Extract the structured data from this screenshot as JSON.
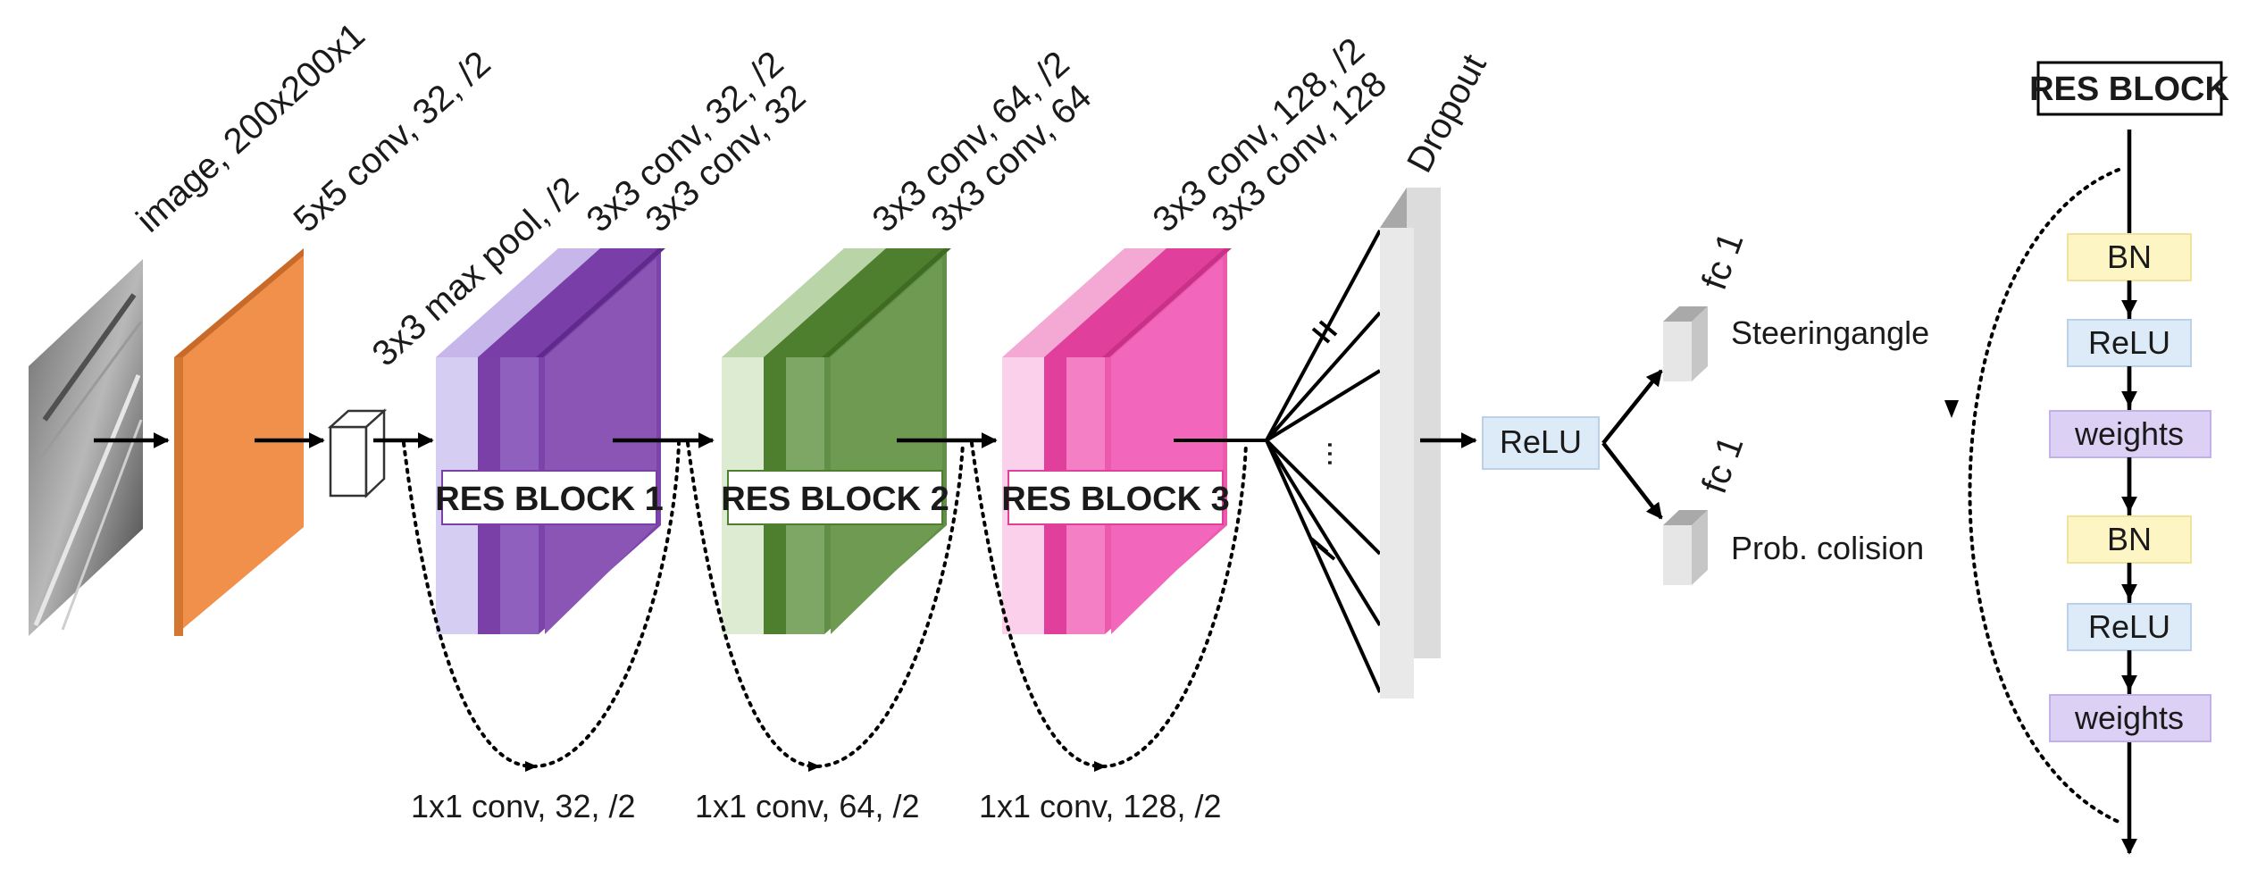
{
  "labels": {
    "input": "image, 200x200x1",
    "conv5": "5x5 conv, 32, /2",
    "maxpool": "3x3 max pool, /2",
    "rb1_top1": "3x3 conv, 32, /2",
    "rb1_top2": "3x3 conv, 32",
    "rb2_top1": "3x3 conv, 64, /2",
    "rb2_top2": "3x3 conv, 64",
    "rb3_top1": "3x3 conv, 128, /2",
    "rb3_top2": "3x3 conv, 128",
    "dropout": "Dropout",
    "dots": "...",
    "relu": "ReLU",
    "fc_top": "fc 1",
    "fc_bottom": "fc 1",
    "steering": "Steeringangle",
    "collision": "Prob. colision"
  },
  "blocks": [
    {
      "name": "RES BLOCK 1",
      "skip": "1x1 conv, 32, /2",
      "color_light": "#d6cdf2",
      "color_mid": "#7b3fa8",
      "color_dark": "#8a55b5"
    },
    {
      "name": "RES BLOCK 2",
      "skip": "1x1 conv, 64, /2",
      "color_light": "#dcebd2",
      "color_mid": "#4e7f2e",
      "color_dark": "#6e9a52"
    },
    {
      "name": "RES BLOCK 3",
      "skip": "1x1 conv, 128, /2",
      "color_light": "#fad0ea",
      "color_mid": "#e0409c",
      "color_dark": "#f266bb"
    }
  ],
  "legend": {
    "title": "RES BLOCK",
    "layers": [
      "BN",
      "ReLU",
      "weights",
      "BN",
      "ReLU",
      "weights"
    ]
  },
  "colors": {
    "conv5": "#f0904a",
    "bn": "#fdf5c3",
    "relu": "#ddeaf7",
    "weights": "#ddd0f5",
    "dropout": "#dcdcdc"
  }
}
